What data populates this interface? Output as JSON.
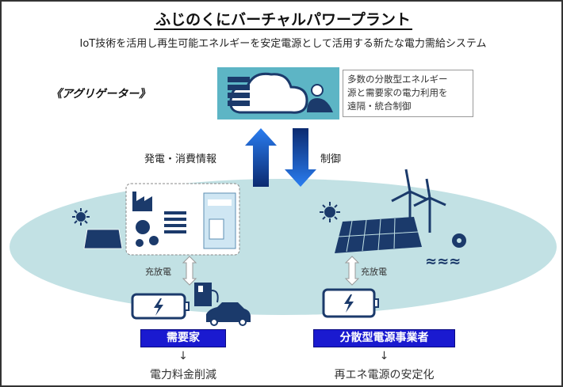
{
  "title": "ふじのくにバーチャルパワープラント",
  "subtitle": "IoT技術を活用し再生可能エネルギーを安定電源として活用する新たな電力需給システム",
  "aggregator": {
    "label": "《アグリゲーター》",
    "description": [
      "多数の分散型エネルギー",
      "源と需要家の電力利用を",
      "遠隔・統合制御"
    ]
  },
  "arrows": {
    "up_label": "発電・消費情報",
    "down_label": "制御"
  },
  "consumer": {
    "charge_label": "充放電",
    "name": "需要家",
    "arrow": "↓",
    "result": "電力料金削減"
  },
  "provider": {
    "charge_label": "充放電",
    "name": "分散型電源事業者",
    "arrow": "↓",
    "result": "再エネ電源の安定化",
    "waves": "≈≈≈"
  },
  "colors": {
    "teal": "#5db5c5",
    "ellipse": "#c2e1e4",
    "navy": "#1b3a6b",
    "label_blue": "#1a1ad0"
  }
}
